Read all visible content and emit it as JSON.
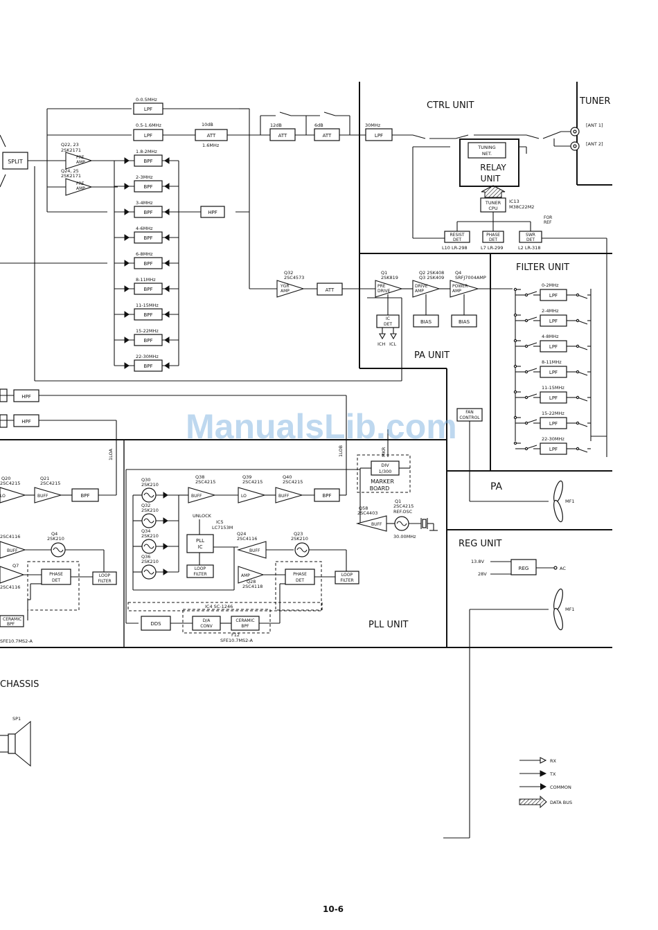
{
  "units": {
    "ctrl": "CTRL UNIT",
    "tuner": "TUNER",
    "filter": "FILTER UNIT",
    "pa_unit": "PA UNIT",
    "pa": "PA",
    "reg": "REG UNIT",
    "pll": "PLL UNIT",
    "chassis": "CHASSIS"
  },
  "rx_front": {
    "split": "SPLIT",
    "preamp_1_refs": [
      "Q22, 23",
      "2SK2171"
    ],
    "preamp_2_refs": [
      "Q24, 25",
      "2SK2171"
    ],
    "preamp_label": [
      "PRE",
      "AMP"
    ],
    "lpf_1_range": "0-0.5MHz",
    "lpf_2_range": "0.5-1.6MHz",
    "lpf": "LPF",
    "att_10_title": "10dB",
    "att": "ATT",
    "att_10_freq": "1.6MHz",
    "att_12": "12dB",
    "att_6": "6dB",
    "lpf_30": "30MHz",
    "hpf": "HPF",
    "bpf": "BPF",
    "bpf_ranges": [
      "1.8-2MHz",
      "2-3MHz",
      "3-4MHz",
      "4-6MHz",
      "6-8MHz",
      "8-11MHz",
      "11-15MHz",
      "15-22MHz",
      "22-30MHz"
    ]
  },
  "ctrl": {
    "tuning_net": [
      "TUNING",
      "NET."
    ],
    "relay_unit": [
      "RELAY",
      "UNIT"
    ],
    "tuner_cpu": [
      "TUNER",
      "CPU"
    ],
    "ic13": "IC13",
    "ic13_part": "M38C22M2",
    "resist_det": [
      "RESIST",
      "DET"
    ],
    "phase_det": [
      "PHASE",
      "DET"
    ],
    "swr_det": [
      "SWR",
      "DET"
    ],
    "for_ref": [
      "FOR",
      "REF"
    ],
    "l10": "L10 LR-298",
    "l7": "L7 LR-299",
    "l2": "L2 LR-318",
    "ant1": "[ANT 1]",
    "ant2": "[ANT 2]"
  },
  "pa_chain": {
    "q32": "Q32",
    "q32_part": "2SC4573",
    "ygr_amp": [
      "YGR",
      "AMP"
    ],
    "att": "ATT",
    "q1": "Q1",
    "q1_part": "2SK819",
    "pre_drive": [
      "PRE",
      "DRIVE"
    ],
    "q2": "Q2 2SK408",
    "q3": "Q3 2SK409",
    "drive_amp": [
      "DRIVE",
      "AMP"
    ],
    "q4": "Q4",
    "q4_part": "SRFJ7004AMP",
    "power_amp": [
      "POWER",
      "AMP"
    ],
    "bias": "BIAS",
    "ic_det": [
      "IC",
      "DET"
    ],
    "ich": "ICH",
    "icl": "ICL"
  },
  "filter_unit": {
    "lpf": "LPF",
    "ranges": [
      "0-2MHz",
      "2-4MHz",
      "4-8MHz",
      "8-11MHz",
      "11-15MHz",
      "15-22MHz",
      "22-30MHz"
    ]
  },
  "fan": {
    "control": [
      "FAN",
      "CONTROL"
    ],
    "mf1": "MF1"
  },
  "reg_unit": {
    "v138": "13.8V",
    "v28": "28V",
    "reg": "REG",
    "ac": "AC"
  },
  "pll": {
    "hpf": "HPF",
    "q20": "Q20",
    "q20_part": "2SC4215",
    "lo": "LO",
    "q21": "Q21",
    "q21_part": "2SC4215",
    "buff": "BUFF",
    "bpf": "BPF",
    "q4": "Q4",
    "q4_part": "2SK210",
    "amp": "AMP",
    "q7": "Q7",
    "q7_part": "2SC4116",
    "q8_part": "2SC4116",
    "phase_det": [
      "PHASE",
      "DET"
    ],
    "loop_filter": [
      "LOOP",
      "FILTER"
    ],
    "ceramic_bpf": [
      "CERAMIC",
      "BPF"
    ],
    "sfe_left": "SFE10.7MS2-A",
    "vco": [
      {
        "ref": "Q30",
        "part": "2SK210"
      },
      {
        "ref": "Q32",
        "part": "2SK210"
      },
      {
        "ref": "Q34",
        "part": "2SK210"
      },
      {
        "ref": "Q36",
        "part": "2SK210"
      }
    ],
    "q38": "Q38",
    "q38_part": "2SC4215",
    "q39": "Q39",
    "q39_part": "2SC4215",
    "q40": "Q40",
    "q40_part": "2SC4215",
    "unlock": "UNLOCK",
    "ic5": "IC5",
    "ic5_part": "LC7153M",
    "pll_ic": [
      "PLL",
      "IC"
    ],
    "q24": "Q24",
    "q24_part": "2SC4116",
    "q23": "Q23",
    "q23_part": "2SK210",
    "q28": "Q28",
    "q28_part": "2SC4118",
    "ic4": "IC4 SC-1246",
    "dds": "DDS",
    "da_conv": [
      "D/A",
      "CONV"
    ],
    "f12": "F12",
    "f12_part": "SFE10.7MS2-A",
    "div": [
      "DIV",
      "1/300"
    ],
    "marker_board": [
      "MARKER",
      "BOARD"
    ],
    "q58": "Q58",
    "q58_part": "2SC4403",
    "q1_ref": "Q1",
    "q1_ref_part": "2SC4215",
    "ref_osc": "REF.OSC",
    "xtal": "30.00MHz",
    "lo_a": "1LOA",
    "lo_b": "1LOB",
    "mkr": "MKR"
  },
  "chassis": {
    "sp1": "SP1"
  },
  "legend": [
    {
      "label": "RX"
    },
    {
      "label": "TX"
    },
    {
      "label": "COMMON"
    },
    {
      "label": "DATA BUS"
    }
  ],
  "watermark": "ManualsLib.com",
  "page_number": "10-6"
}
